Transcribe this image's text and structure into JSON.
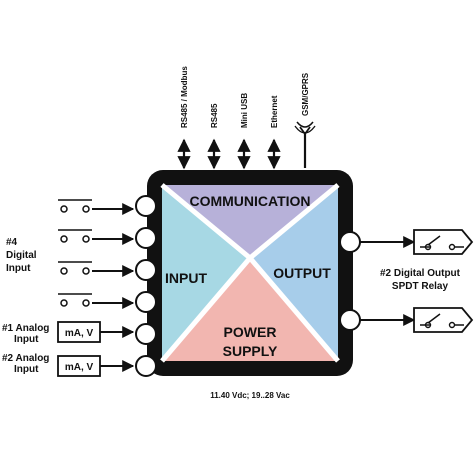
{
  "colors": {
    "communication": "#b7b1d9",
    "input": "#a7d8e4",
    "output": "#a7cdea",
    "power": "#f2b6b0",
    "frame": "#111111"
  },
  "diagram": {
    "top_ports": [
      "RS485 / Modbus",
      "RS485",
      "Mini USB",
      "Ethernet",
      "GSM/GPRS"
    ],
    "sections": {
      "communication": "COMMUNICATION",
      "input": "INPUT",
      "output": "OUTPUT",
      "power_line1": "POWER",
      "power_line2": "SUPPLY"
    },
    "left": {
      "digital_line1": "#4",
      "digital_line2": "Digital",
      "digital_line3": "Input",
      "analog1_line1": "#1 Analog",
      "analog1_line2": "Input",
      "analog2_line1": "#2 Analog",
      "analog2_line2": "Input",
      "analog_box1": "mA, V",
      "analog_box2": "mA, V"
    },
    "right": {
      "output_line1": "#2 Digital Output",
      "output_line2": "SPDT Relay"
    },
    "power_spec": "11.40 Vdc; 19..28 Vac"
  }
}
